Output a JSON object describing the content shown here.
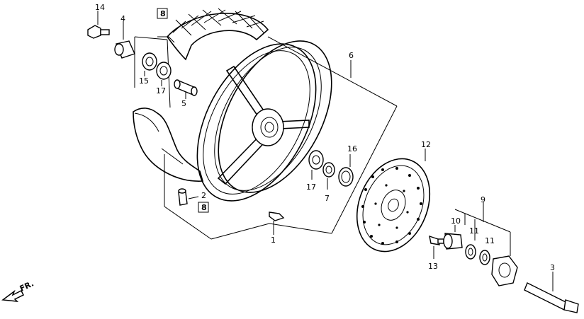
{
  "callouts": {
    "p1": "1",
    "p2": "2",
    "p3": "3",
    "p4": "4",
    "p5": "5",
    "p6": "6",
    "p7": "7",
    "p8_top": "8",
    "p8_bottom": "8",
    "p9": "9",
    "p10": "10",
    "p11a": "11",
    "p11b": "11",
    "p12": "12",
    "p13": "13",
    "p14": "14",
    "p15": "15",
    "p16": "16",
    "p17a": "17",
    "p17b": "17"
  },
  "direction": {
    "label": "FR."
  },
  "icons": {
    "direction_arrow": "arrow-left-down-icon"
  }
}
